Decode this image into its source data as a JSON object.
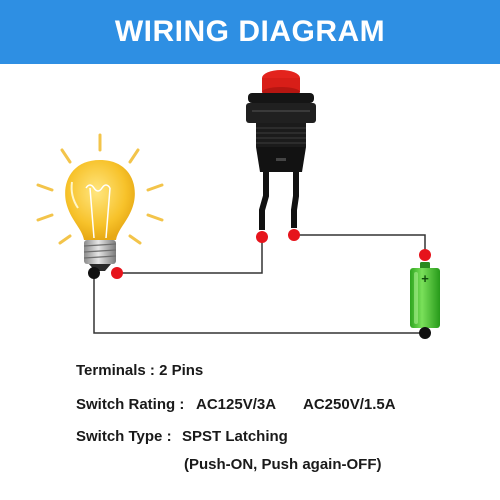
{
  "banner": {
    "title": "WIRING DIAGRAM",
    "color": "#2e8fe3"
  },
  "components": {
    "bulb": {
      "icon": "light-bulb-icon",
      "color": "#f7c22a"
    },
    "switch": {
      "icon": "push-button-switch-icon",
      "cap_color": "#e3231d"
    },
    "battery": {
      "icon": "battery-icon",
      "color": "#3fc22a",
      "positive_label": "+"
    }
  },
  "wiring": {
    "red_terminal_color": "#e6141c",
    "black_terminal_color": "#111111",
    "wire_color": "#333333"
  },
  "specs": {
    "terminals_label": "Terminals : 2 Pins",
    "rating_label": "Switch Rating :",
    "rating_ac125": "AC125V/3A",
    "rating_ac250": "AC250V/1.5A",
    "type_label": "Switch Type :",
    "type_value": "SPST Latching",
    "type_note": "(Push-ON, Push again-OFF)"
  }
}
